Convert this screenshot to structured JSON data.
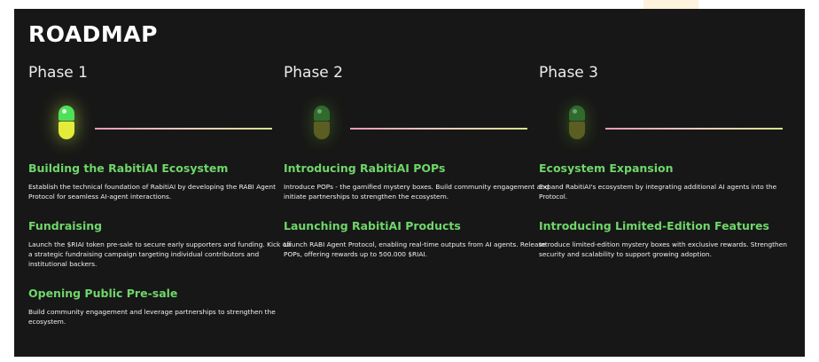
{
  "header": {
    "title": "ROADMAP"
  },
  "phases": [
    {
      "label": "Phase 1",
      "items": [
        {
          "title": "Building the RabitiAI Ecosystem",
          "description": "Establish the technical foundation of RabitiAI by developing the RABI Agent Protocol for seamless AI-agent interactions."
        },
        {
          "title": "Fundraising",
          "description": "Launch the $RIAI token pre-sale to secure early supporters and funding. Kick off a strategic fundraising campaign targeting individual contributors and institutional backers."
        },
        {
          "title": "Opening Public Pre-sale",
          "description": "Build community engagement and leverage partnerships to strengthen the ecosystem."
        }
      ]
    },
    {
      "label": "Phase 2",
      "items": [
        {
          "title": "Introducing RabitiAI POPs",
          "description": "Introduce POPs - the gamified mystery boxes. Build community engagement and initiate partnerships to strengthen the ecosystem."
        },
        {
          "title": "Launching RabitiAI Products",
          "description": "Launch RABI Agent Protocol, enabling real-time outputs from AI agents. Release POPs, offering rewards up to 500.000 $RIAI."
        }
      ]
    },
    {
      "label": "Phase 3",
      "items": [
        {
          "title": "Ecosystem Expansion",
          "description": "Expand RabitiAI's ecosystem by integrating additional AI agents into the Protocol."
        },
        {
          "title": "Introducing Limited-Edition Features",
          "description": "Introduce limited-edition mystery boxes with exclusive rewards. Strengthen security and scalability to support growing adoption."
        }
      ]
    }
  ],
  "colors": {
    "background": "#171717",
    "heading_green": "#6fd66a",
    "pill_active_cap": "#4fe05a",
    "pill_active_body": "#e3ec3a"
  }
}
